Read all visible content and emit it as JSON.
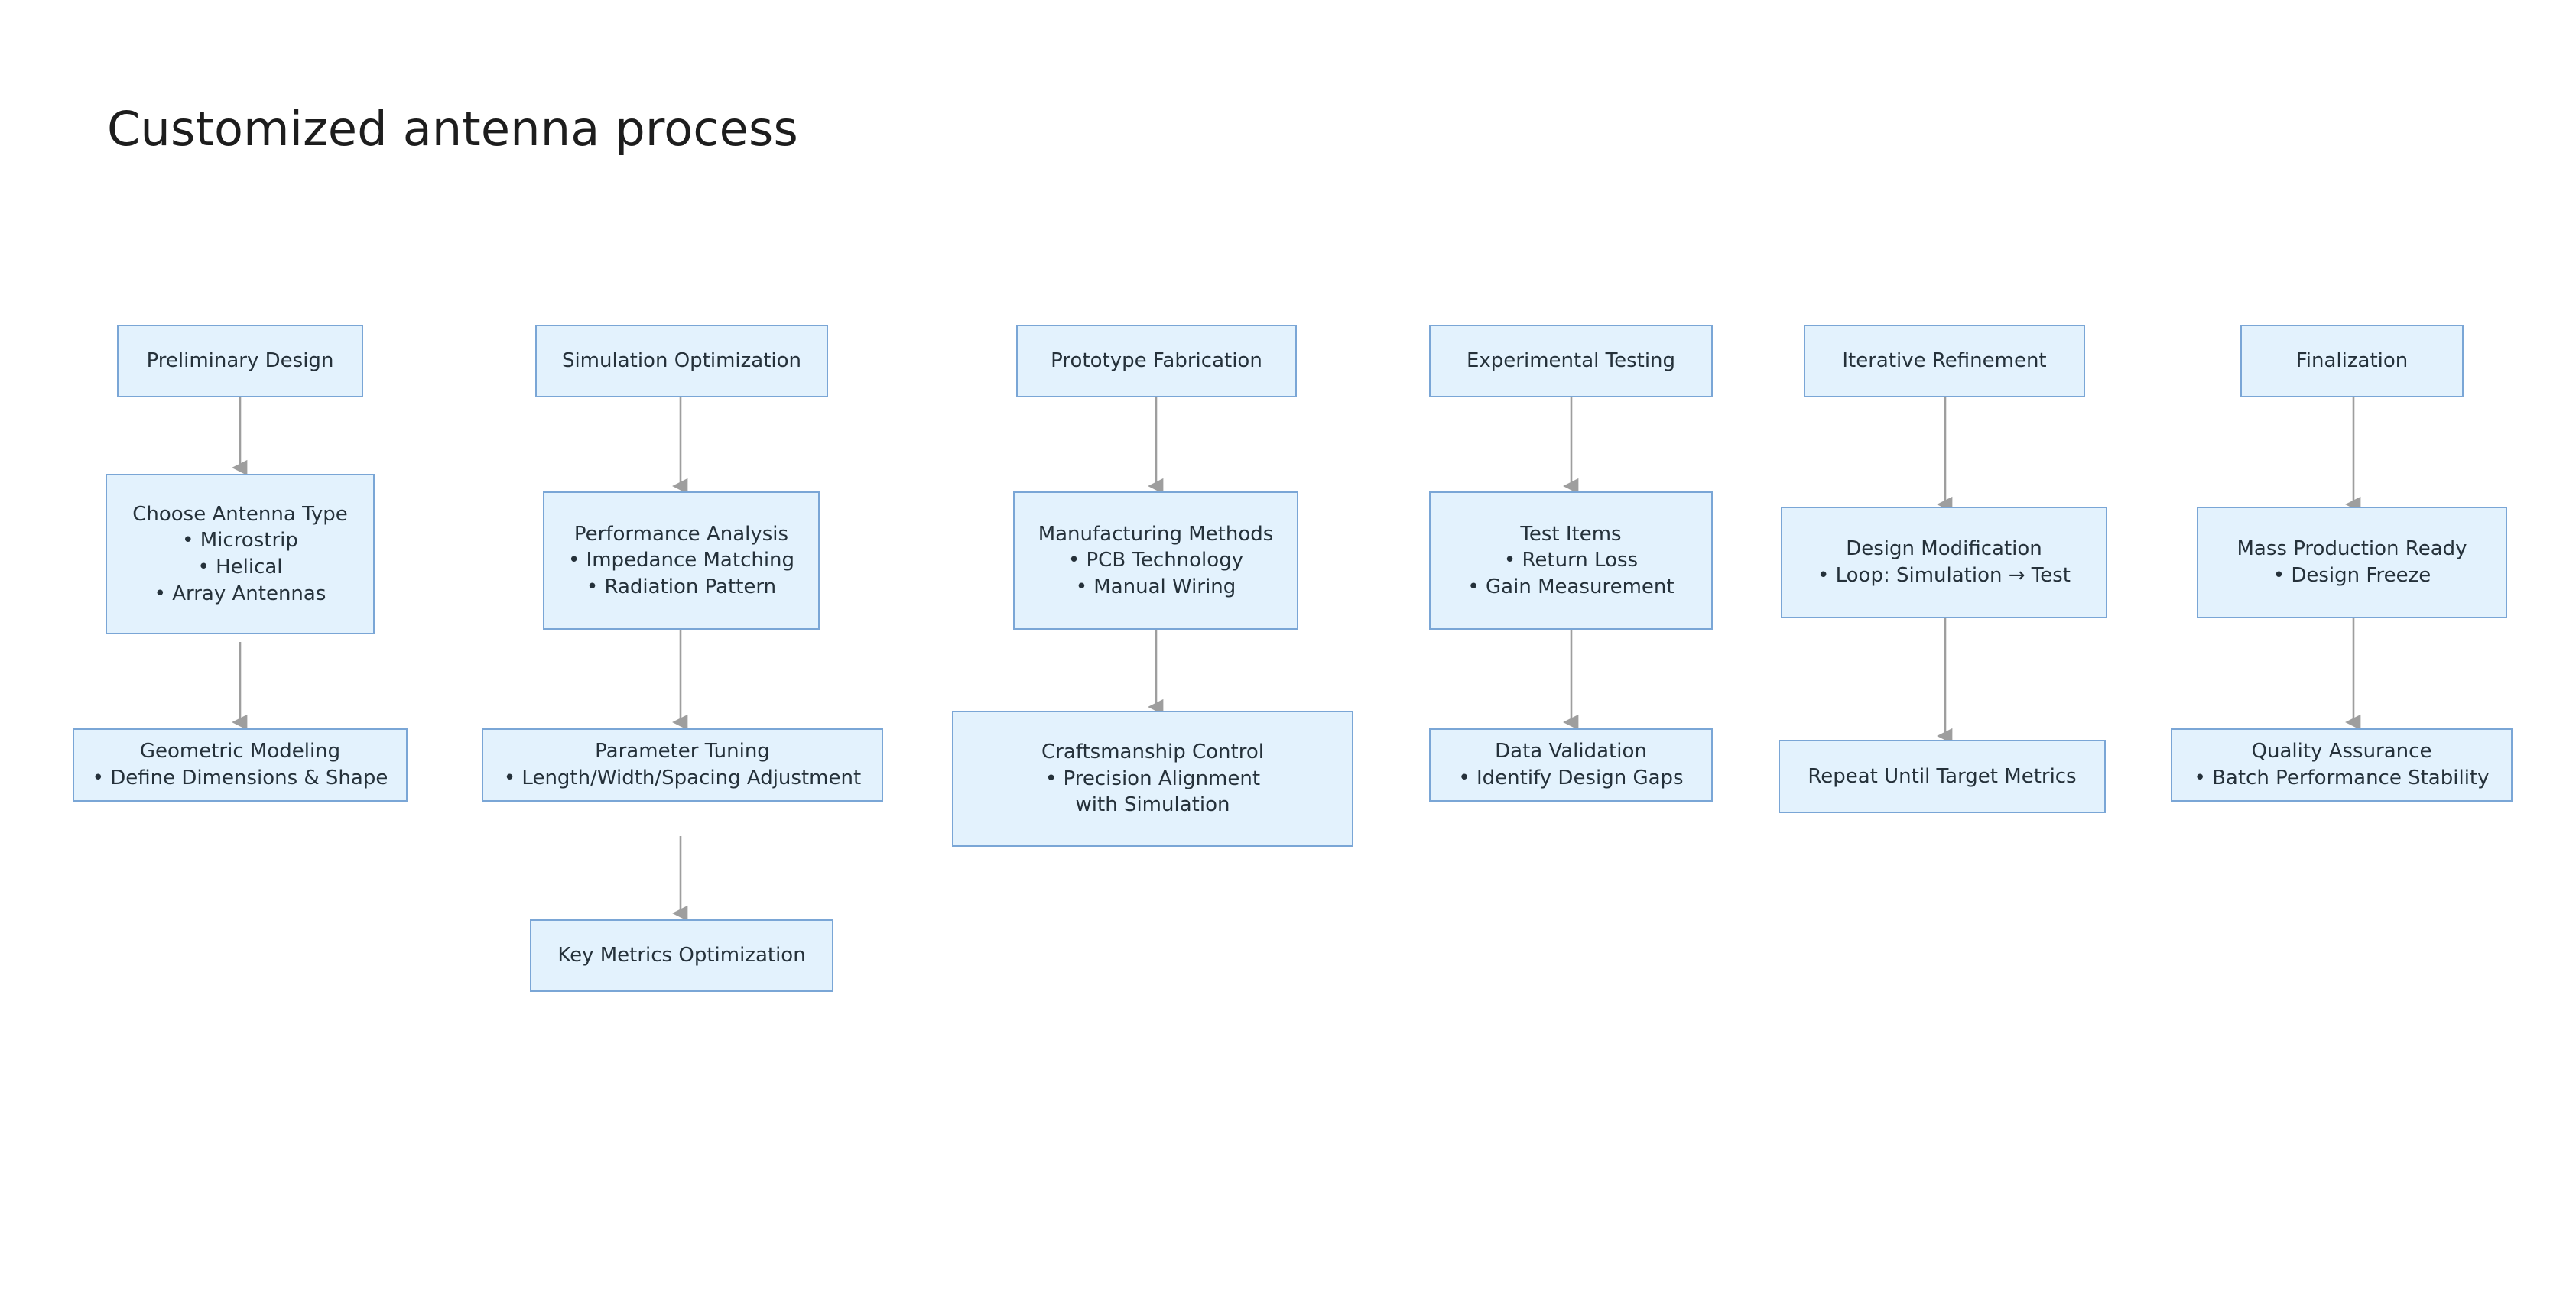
{
  "page": {
    "title": "Customized antenna process",
    "background_color": "#ffffff",
    "node_fill_color": "#e3f2fd",
    "node_border_color": "#7aa6d6",
    "node_text_color": "#25313a",
    "edge_color": "#9e9e9e"
  },
  "diagram": {
    "type": "flowchart",
    "orientation": "top-to-bottom columns",
    "columns": [
      {
        "id": "col1",
        "nodes": [
          {
            "id": "n1",
            "title": "Preliminary Design",
            "bullets": []
          },
          {
            "id": "n2",
            "title": "Choose Antenna Type",
            "bullets": [
              "• Microstrip",
              "• Helical",
              "• Array Antennas"
            ]
          },
          {
            "id": "n3",
            "title": "Geometric Modeling",
            "bullets": [
              "• Define Dimensions & Shape"
            ]
          }
        ]
      },
      {
        "id": "col2",
        "nodes": [
          {
            "id": "n4",
            "title": "Simulation Optimization",
            "bullets": []
          },
          {
            "id": "n5",
            "title": "Performance Analysis",
            "bullets": [
              "• Impedance Matching",
              "• Radiation Pattern"
            ]
          },
          {
            "id": "n6",
            "title": "Parameter Tuning",
            "bullets": [
              "• Length/Width/Spacing Adjustment"
            ]
          },
          {
            "id": "n7",
            "title": "Key Metrics Optimization",
            "bullets": []
          }
        ]
      },
      {
        "id": "col3",
        "nodes": [
          {
            "id": "n8",
            "title": "Prototype Fabrication",
            "bullets": []
          },
          {
            "id": "n9",
            "title": "Manufacturing Methods",
            "bullets": [
              "• PCB Technology",
              "• Manual Wiring"
            ]
          },
          {
            "id": "n10",
            "title": "Craftsmanship Control",
            "bullets": [
              "• Precision Alignment with Simulation"
            ]
          }
        ]
      },
      {
        "id": "col4",
        "nodes": [
          {
            "id": "n11",
            "title": "Experimental Testing",
            "bullets": []
          },
          {
            "id": "n12",
            "title": "Test Items",
            "bullets": [
              "• Return Loss",
              "• Gain Measurement"
            ]
          },
          {
            "id": "n13",
            "title": "Data Validation",
            "bullets": [
              "• Identify Design Gaps"
            ]
          }
        ]
      },
      {
        "id": "col5",
        "nodes": [
          {
            "id": "n14",
            "title": "Iterative Refinement",
            "bullets": []
          },
          {
            "id": "n15",
            "title": "Design Modification",
            "bullets": [
              "• Loop: Simulation → Test"
            ]
          },
          {
            "id": "n16",
            "title": "Repeat Until Target Metrics",
            "bullets": []
          }
        ]
      },
      {
        "id": "col6",
        "nodes": [
          {
            "id": "n17",
            "title": "Finalization",
            "bullets": []
          },
          {
            "id": "n18",
            "title": "Mass Production Ready",
            "bullets": [
              "• Design Freeze"
            ]
          },
          {
            "id": "n19",
            "title": "Quality Assurance",
            "bullets": [
              "• Batch Performance Stability"
            ]
          }
        ]
      }
    ]
  }
}
